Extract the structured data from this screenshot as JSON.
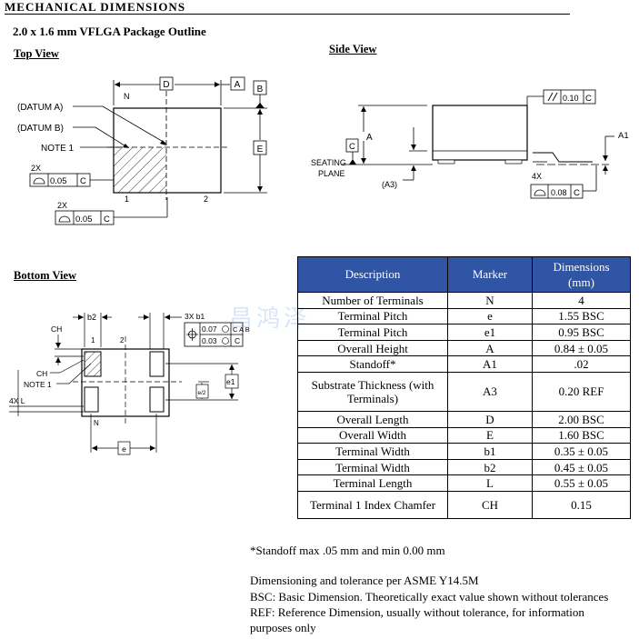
{
  "header": {
    "title": "MECHANICAL DIMENSIONS"
  },
  "package_title": "2.0 x 1.6 mm VFLGA Package Outline",
  "views": {
    "top": "Top View",
    "side": "Side View",
    "bottom": "Bottom View"
  },
  "top_view_labels": {
    "datum_a": "(DATUM A)",
    "datum_b": "(DATUM B)",
    "note1": "NOTE 1",
    "n": "N",
    "d": "D",
    "a": "A",
    "b": "B",
    "e": "E",
    "pin1": "1",
    "pin2": "2",
    "count_2x": "2X",
    "tol": "0.05",
    "ref_c": "C"
  },
  "side_view_labels": {
    "parallel_tol": "0.10",
    "c": "C",
    "a": "A",
    "seating_plane_1": "SEATING",
    "seating_plane_2": "PLANE",
    "a3": "(A3)",
    "a1": "A1",
    "count_4x": "4X",
    "tol": "0.08"
  },
  "bottom_view_labels": {
    "ch": "CH",
    "b2": "b2",
    "pin1": "1",
    "pin2": "2",
    "b1_3x": "3X b1",
    "tol1": "0.07",
    "tol2": "0.03",
    "ref_cab": "C A B",
    "ref_c": "C",
    "m": "M",
    "note1": "NOTE 1",
    "l_4x": "4X L",
    "e1": "e1",
    "e_half": "e/2",
    "n": "N",
    "e": "e"
  },
  "watermark": "昌鸿泽",
  "table": {
    "headers": [
      "Description",
      "Marker",
      "Dimensions\n(mm)"
    ],
    "rows": [
      [
        "Number of Terminals",
        "N",
        "4"
      ],
      [
        "Terminal Pitch",
        "e",
        "1.55 BSC"
      ],
      [
        "Terminal Pitch",
        "e1",
        "0.95 BSC"
      ],
      [
        "Overall Height",
        "A",
        "0.84 ± 0.05"
      ],
      [
        "Standoff*",
        "A1",
        ".02"
      ],
      [
        "Substrate Thickness (with Terminals)",
        "A3",
        "0.20 REF"
      ],
      [
        "Overall Length",
        "D",
        "2.00 BSC"
      ],
      [
        "Overall Width",
        "E",
        "1.60 BSC"
      ],
      [
        "Terminal Width",
        "b1",
        "0.35 ± 0.05"
      ],
      [
        "Terminal Width",
        "b2",
        "0.45 ± 0.05"
      ],
      [
        "Terminal Length",
        "L",
        "0.55 ± 0.05"
      ],
      [
        "Terminal 1 Index Chamfer",
        "CH",
        "0.15"
      ]
    ]
  },
  "notes": {
    "standoff": "*Standoff max .05 mm and min 0.00 mm",
    "line1": "Dimensioning and tolerance per ASME Y14.5M",
    "line2": "BSC: Basic Dimension. Theoretically exact value shown without tolerances",
    "line3": "REF: Reference Dimension, usually without tolerance, for information",
    "line4": "purposes only"
  }
}
